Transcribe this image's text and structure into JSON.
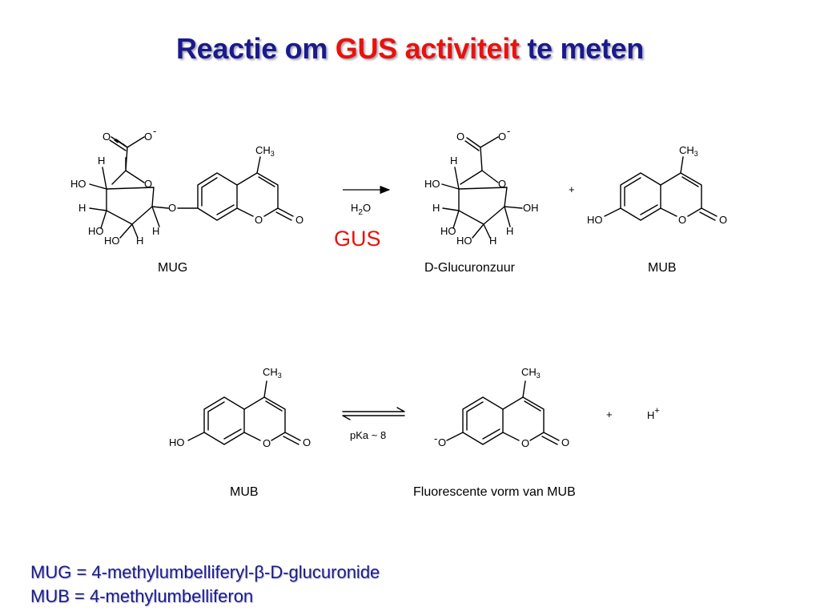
{
  "title": {
    "part1": "Reactie om ",
    "highlight": "GUS activiteit",
    "part2": " te meten"
  },
  "reaction1": {
    "substrate": "MUG",
    "water": "H",
    "water_sub": "2",
    "water_tail": "O",
    "enzyme": "GUS",
    "plus": "+",
    "product1": "D-Glucuronzuur",
    "product2": "MUB"
  },
  "reaction2": {
    "reactant": "MUB",
    "condition": "pKa ~ 8",
    "product": "Fluorescente vorm van MUB",
    "plus": "+",
    "proton": "H",
    "proton_charge": "+"
  },
  "atoms": {
    "O": "O",
    "H": "H",
    "HO": "HO",
    "OH": "OH",
    "CH": "CH",
    "three": "3",
    "minus": "-"
  },
  "footer": {
    "line1": "MUG = 4-methylumbelliferyl-β-D-glucuronide",
    "line2": "MUB = 4-methylumbelliferon"
  },
  "colors": {
    "title_blue": "#1a1a8c",
    "accent_red": "#e8120c"
  }
}
